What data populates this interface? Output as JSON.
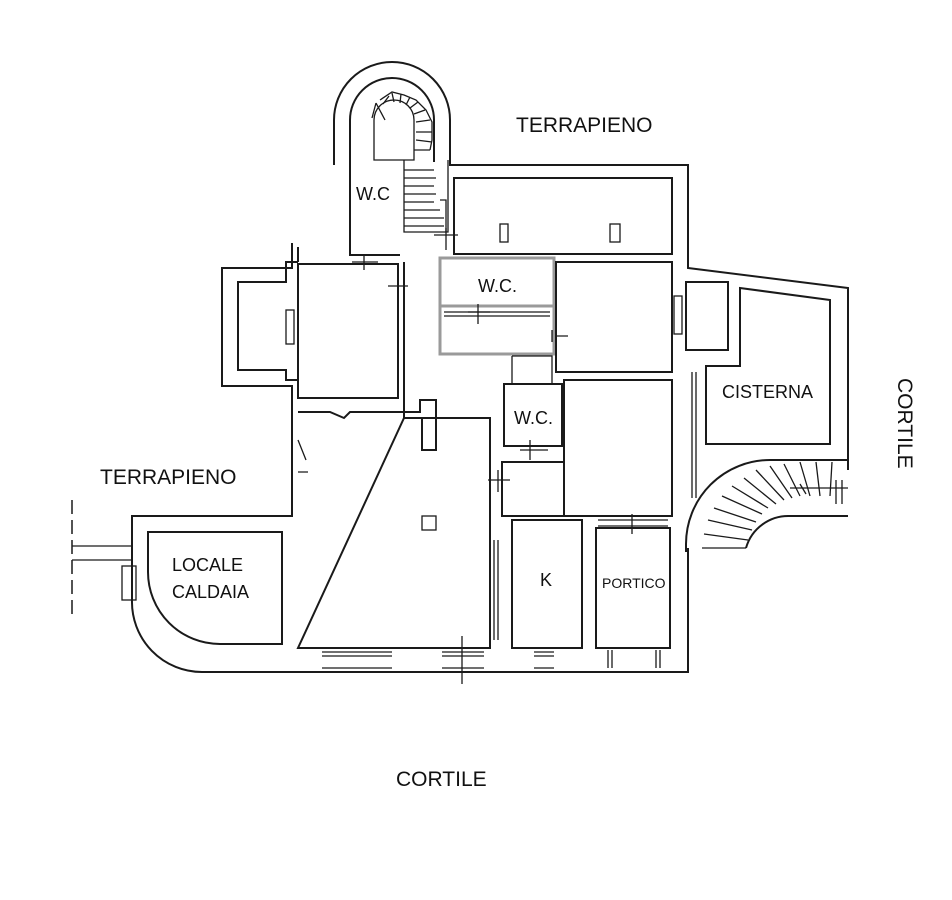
{
  "labels": {
    "terrapieno_top": "TERRAPIENO",
    "terrapieno_left": "TERRAPIENO",
    "cortile_bottom": "CORTILE",
    "cortile_right": "CORTILE",
    "wc_stair": "W.C",
    "wc_top": "W.C.",
    "wc_center": "W.C.",
    "cisterna": "CISTERNA",
    "locale": "LOCALE",
    "caldaia": "CALDAIA",
    "kitchen": "K",
    "portico": "PORTICO"
  },
  "colors": {
    "wall": "#1a1a1a",
    "partition_highlight": "#9a9a9a",
    "background": "#ffffff"
  }
}
